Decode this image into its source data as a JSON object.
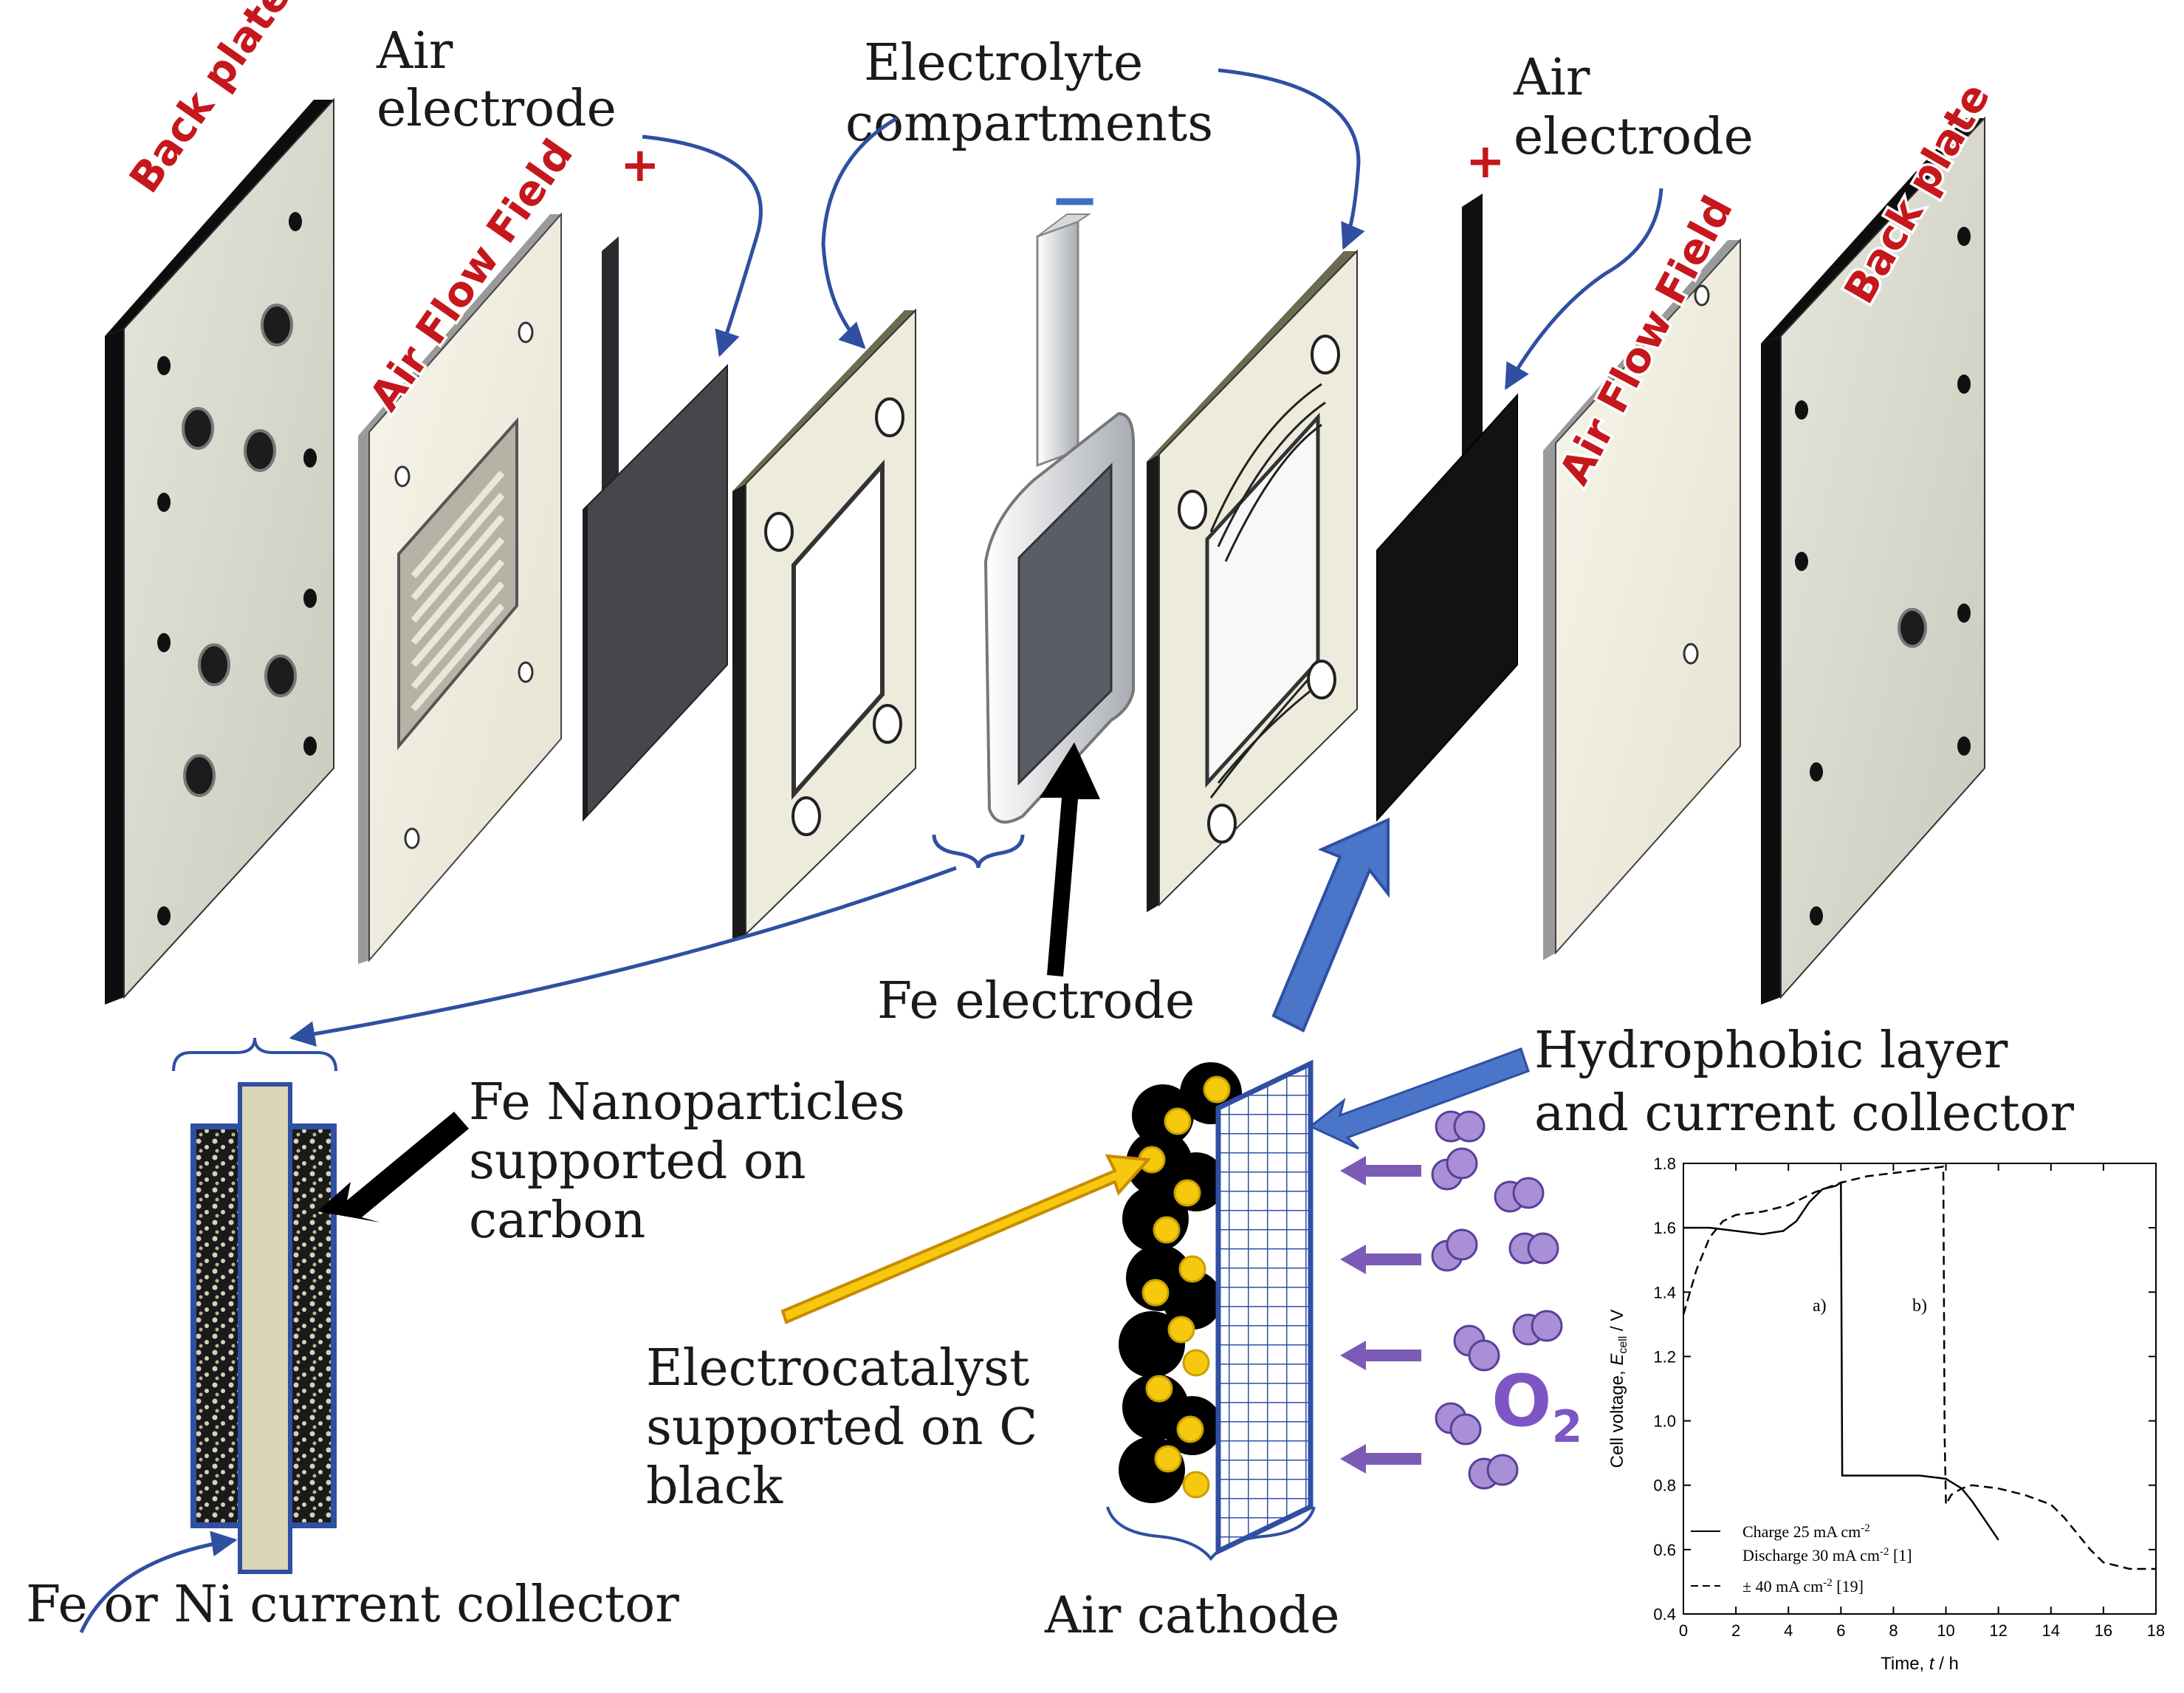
{
  "labels": {
    "back_plate_left": "Back plate",
    "air_flow_field_left": "Air Flow Field",
    "air_electrode_left": "Air electrode",
    "plus_left": "+",
    "electrolyte_compartments": "Electrolyte compartments",
    "minus": "−",
    "air_electrode_right": "Air electrode",
    "plus_right": "+",
    "air_flow_field_right": "Air Flow Field",
    "back_plate_right": "Back plate",
    "fe_electrode": "Fe electrode",
    "fe_nanoparticles": "Fe Nanoparticles supported on carbon",
    "fe_ni_collector": "Fe or Ni current collector",
    "hydrophobic_layer": "Hydrophobic layer and current collector",
    "electrocatalyst": "Electrocatalyst supported on C black",
    "air_cathode": "Air cathode",
    "o2_main": "O",
    "o2_sub": "2"
  },
  "colors": {
    "plate_face": "#dcdcd0",
    "plate_edge": "#0d0d0d",
    "flow_field_face": "#f2f0e2",
    "carbon_electrode": "#45474d",
    "arrow_blue": "#2f4fa3",
    "label_red": "#c5171c",
    "minus_blue": "#3b6fc6",
    "catalyst_yellow": "#f6c90e",
    "o2_purple": "#9a7bc6"
  },
  "chart_data": {
    "type": "line",
    "xlabel_main": "Time, ",
    "xlabel_var": "t",
    "xlabel_unit": " / h",
    "ylabel_main": "Cell voltage, ",
    "ylabel_var": "E",
    "ylabel_sub": "cell",
    "ylabel_unit": " / V",
    "xlim": [
      0,
      18
    ],
    "ylim": [
      0.4,
      1.8
    ],
    "x_ticks": [
      0,
      2,
      4,
      6,
      8,
      10,
      12,
      14,
      16,
      18
    ],
    "y_ticks": [
      "0.4",
      "0.6",
      "0.8",
      "1.0",
      "1.2",
      "1.4",
      "1.6",
      "1.8"
    ],
    "annotations": [
      "a)",
      "b)"
    ],
    "legend": {
      "line1": "Charge 25 mA cm",
      "line1_sup": "-2",
      "line2": "Discharge 30 mA cm",
      "line2_sup": "-2",
      "line2_ref": " [1]",
      "line3": "± 40 mA cm",
      "line3_sup": "-2",
      "line3_ref": " [19]"
    },
    "series": [
      {
        "style": "solid",
        "x": [
          0,
          1,
          2,
          3,
          3.8,
          4.3,
          4.8,
          5.3,
          5.8,
          6.0,
          6.05,
          6.1,
          7,
          8,
          9,
          10,
          10.2,
          10.6,
          11,
          11.5,
          12
        ],
        "y": [
          1.6,
          1.6,
          1.59,
          1.58,
          1.59,
          1.62,
          1.68,
          1.72,
          1.73,
          1.74,
          0.83,
          0.83,
          0.83,
          0.83,
          0.83,
          0.82,
          0.81,
          0.79,
          0.75,
          0.69,
          0.63
        ]
      },
      {
        "style": "dashed",
        "x": [
          0,
          0.5,
          1,
          1.5,
          2,
          3,
          4,
          5,
          6,
          7,
          8,
          9,
          9.9,
          9.95,
          10.0,
          10.2,
          10.6,
          11,
          12,
          13,
          14,
          14.5,
          15,
          15.5,
          16,
          16.5,
          17,
          18
        ],
        "y": [
          1.33,
          1.47,
          1.57,
          1.62,
          1.64,
          1.65,
          1.67,
          1.71,
          1.74,
          1.76,
          1.77,
          1.78,
          1.79,
          0.95,
          0.74,
          0.77,
          0.79,
          0.8,
          0.79,
          0.77,
          0.74,
          0.7,
          0.65,
          0.6,
          0.56,
          0.55,
          0.54,
          0.54
        ]
      }
    ]
  }
}
